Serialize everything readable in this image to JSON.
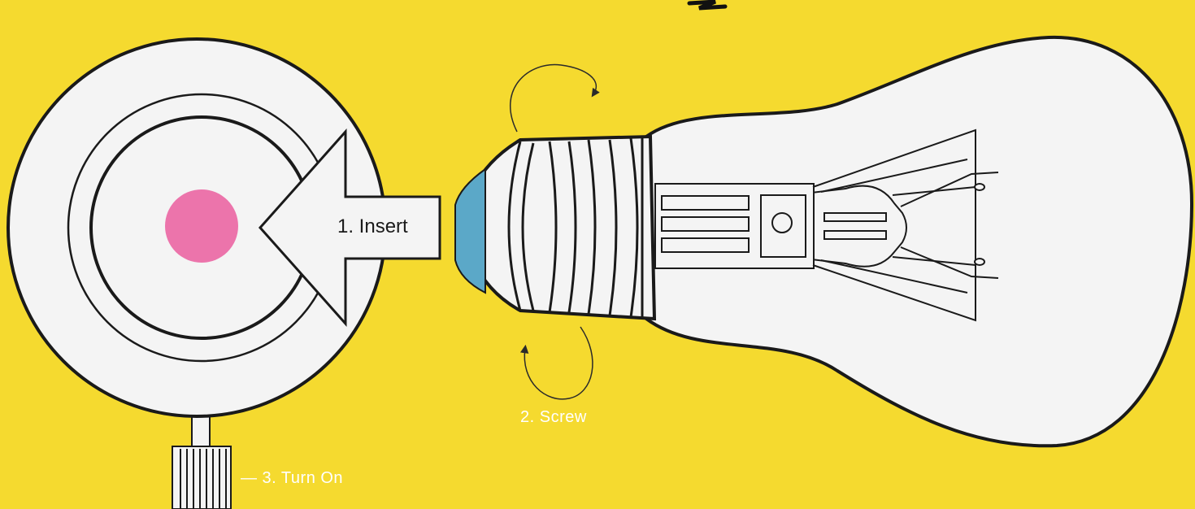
{
  "steps": {
    "insert": "1. Insert",
    "screw": "2. Screw",
    "turn_on": "— 3. Turn On"
  },
  "colors": {
    "background": "#f5da2f",
    "socket_contact": "#ec74ab",
    "bulb_base_tip": "#5ba8c8",
    "outline": "#1a1a1a",
    "fill": "#f4f4f4",
    "annotation": "#ffffff"
  },
  "icons": {
    "socket": "lamp-socket-icon",
    "bulb": "light-bulb-icon",
    "insert_arrow": "arrow-left-icon",
    "rotation_arrows": "rotate-arrow-icon",
    "switch": "switch-knob-icon"
  }
}
